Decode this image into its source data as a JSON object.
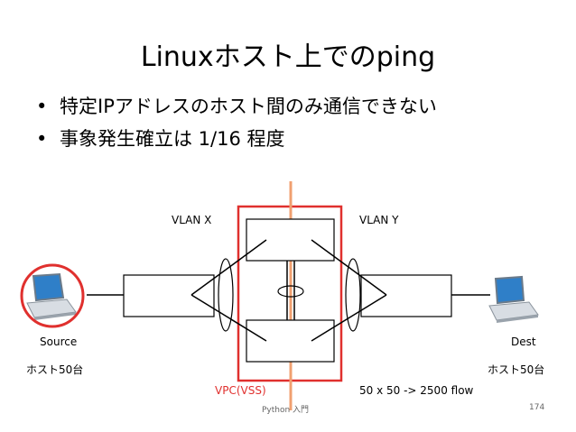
{
  "title": "Linuxホスト上でのping",
  "bullets": [
    "特定IPアドレスのホスト間のみ通信できない",
    "事象発生確立は 1/16 程度"
  ],
  "labels": {
    "vlan_x": "VLAN X",
    "vlan_y": "VLAN Y",
    "source": "Source",
    "dest": "Dest",
    "hosts_left": "ホスト50台",
    "hosts_right": "ホスト50台",
    "vpc": "VPC(VSS)",
    "flows": "50 x 50 -> 2500 flow"
  },
  "footer": {
    "center": "Python 入門",
    "page": "174"
  },
  "colors": {
    "highlight_red": "#e0302e",
    "orange_line": "#f0a070",
    "laptop_screen": "#2f7fc8"
  }
}
